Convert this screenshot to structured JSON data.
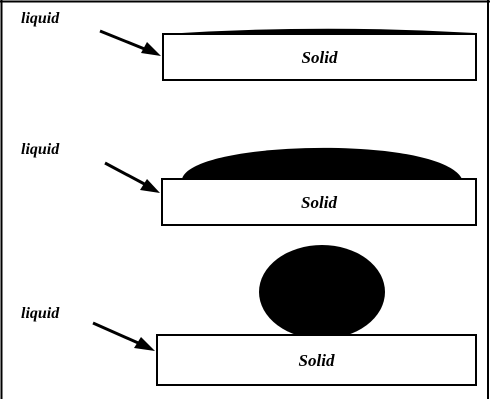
{
  "panels": [
    {
      "liquid_label": "liquid",
      "solid_label": "Solid"
    },
    {
      "liquid_label": "liquid",
      "solid_label": "Solid"
    },
    {
      "liquid_label": "liquid",
      "solid_label": "Solid"
    }
  ],
  "colors": {
    "stroke": "#000000",
    "fill": "#000000",
    "background": "#ffffff"
  }
}
